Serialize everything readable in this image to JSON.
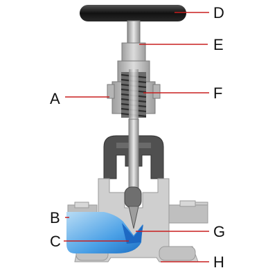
{
  "callouts": {
    "A": "A",
    "B": "B",
    "C": "C",
    "D": "D",
    "E": "E",
    "F": "F",
    "G": "G",
    "H": "H"
  },
  "colors": {
    "leader_line": "#c81e1e",
    "metal_light": "#c9c9c9",
    "metal_mid": "#9a9a9a",
    "metal_dark": "#4a4a4a",
    "fluid_blue": "#2a86d8",
    "handwheel": "#1f1f1f"
  }
}
